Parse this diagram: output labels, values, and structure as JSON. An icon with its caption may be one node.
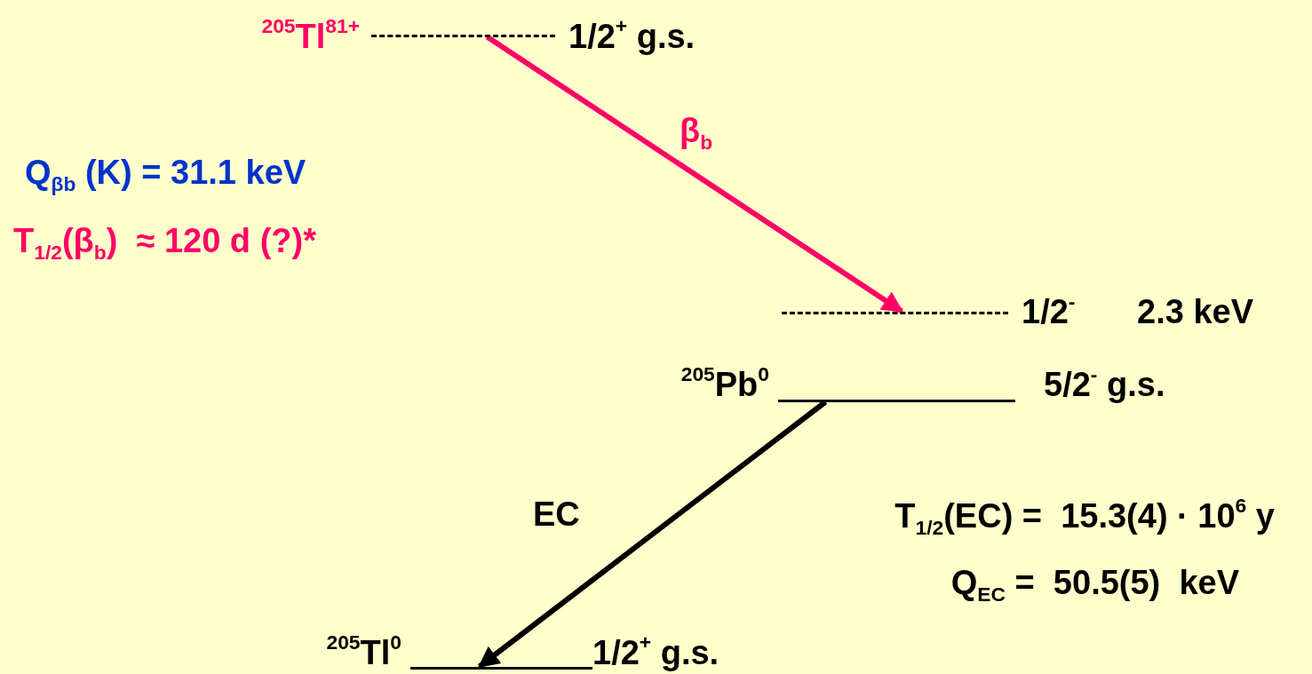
{
  "diagram": {
    "nodes": [
      {
        "text": [],
        "shape": "bar",
        "beside": [
          "$^{205}$Tl$^{81+}$",
          "1/2$^{+}$ g.s."
        ]
      },
      {
        "text": [],
        "shape": "bar",
        "beside": [
          "1/2$^{-}$",
          "2.3 keV"
        ]
      },
      {
        "text": [],
        "shape": "bar",
        "beside": [
          "$^{205}$Pb$^{0}$",
          "5/2$^{-}$ g.s."
        ]
      },
      {
        "text": [],
        "shape": "bar",
        "beside": [
          "$^{205}$Tl$^{0}$",
          "1/2$^{+}$ g.s."
        ]
      }
    ],
    "edges": [
      {
        "from": 0,
        "to": 1,
        "arrow": "to",
        "label": "β$_{b}$",
        "color": "#ff0066"
      },
      {
        "from": 2,
        "to": 3,
        "arrow": "to",
        "label": "EC",
        "color": "#000000"
      }
    ],
    "labels": [
      "Q$_{βb}$ (K) = 31.1 keV",
      "T$_{1/2}$(β$_{b}$)  ≈ 120 d (?)*",
      "T$_{1/2}$(EC) =  15.3(4) · 10$^{6}$ y",
      "Q$_{EC}$ =  50.5(5)  keV"
    ]
  }
}
